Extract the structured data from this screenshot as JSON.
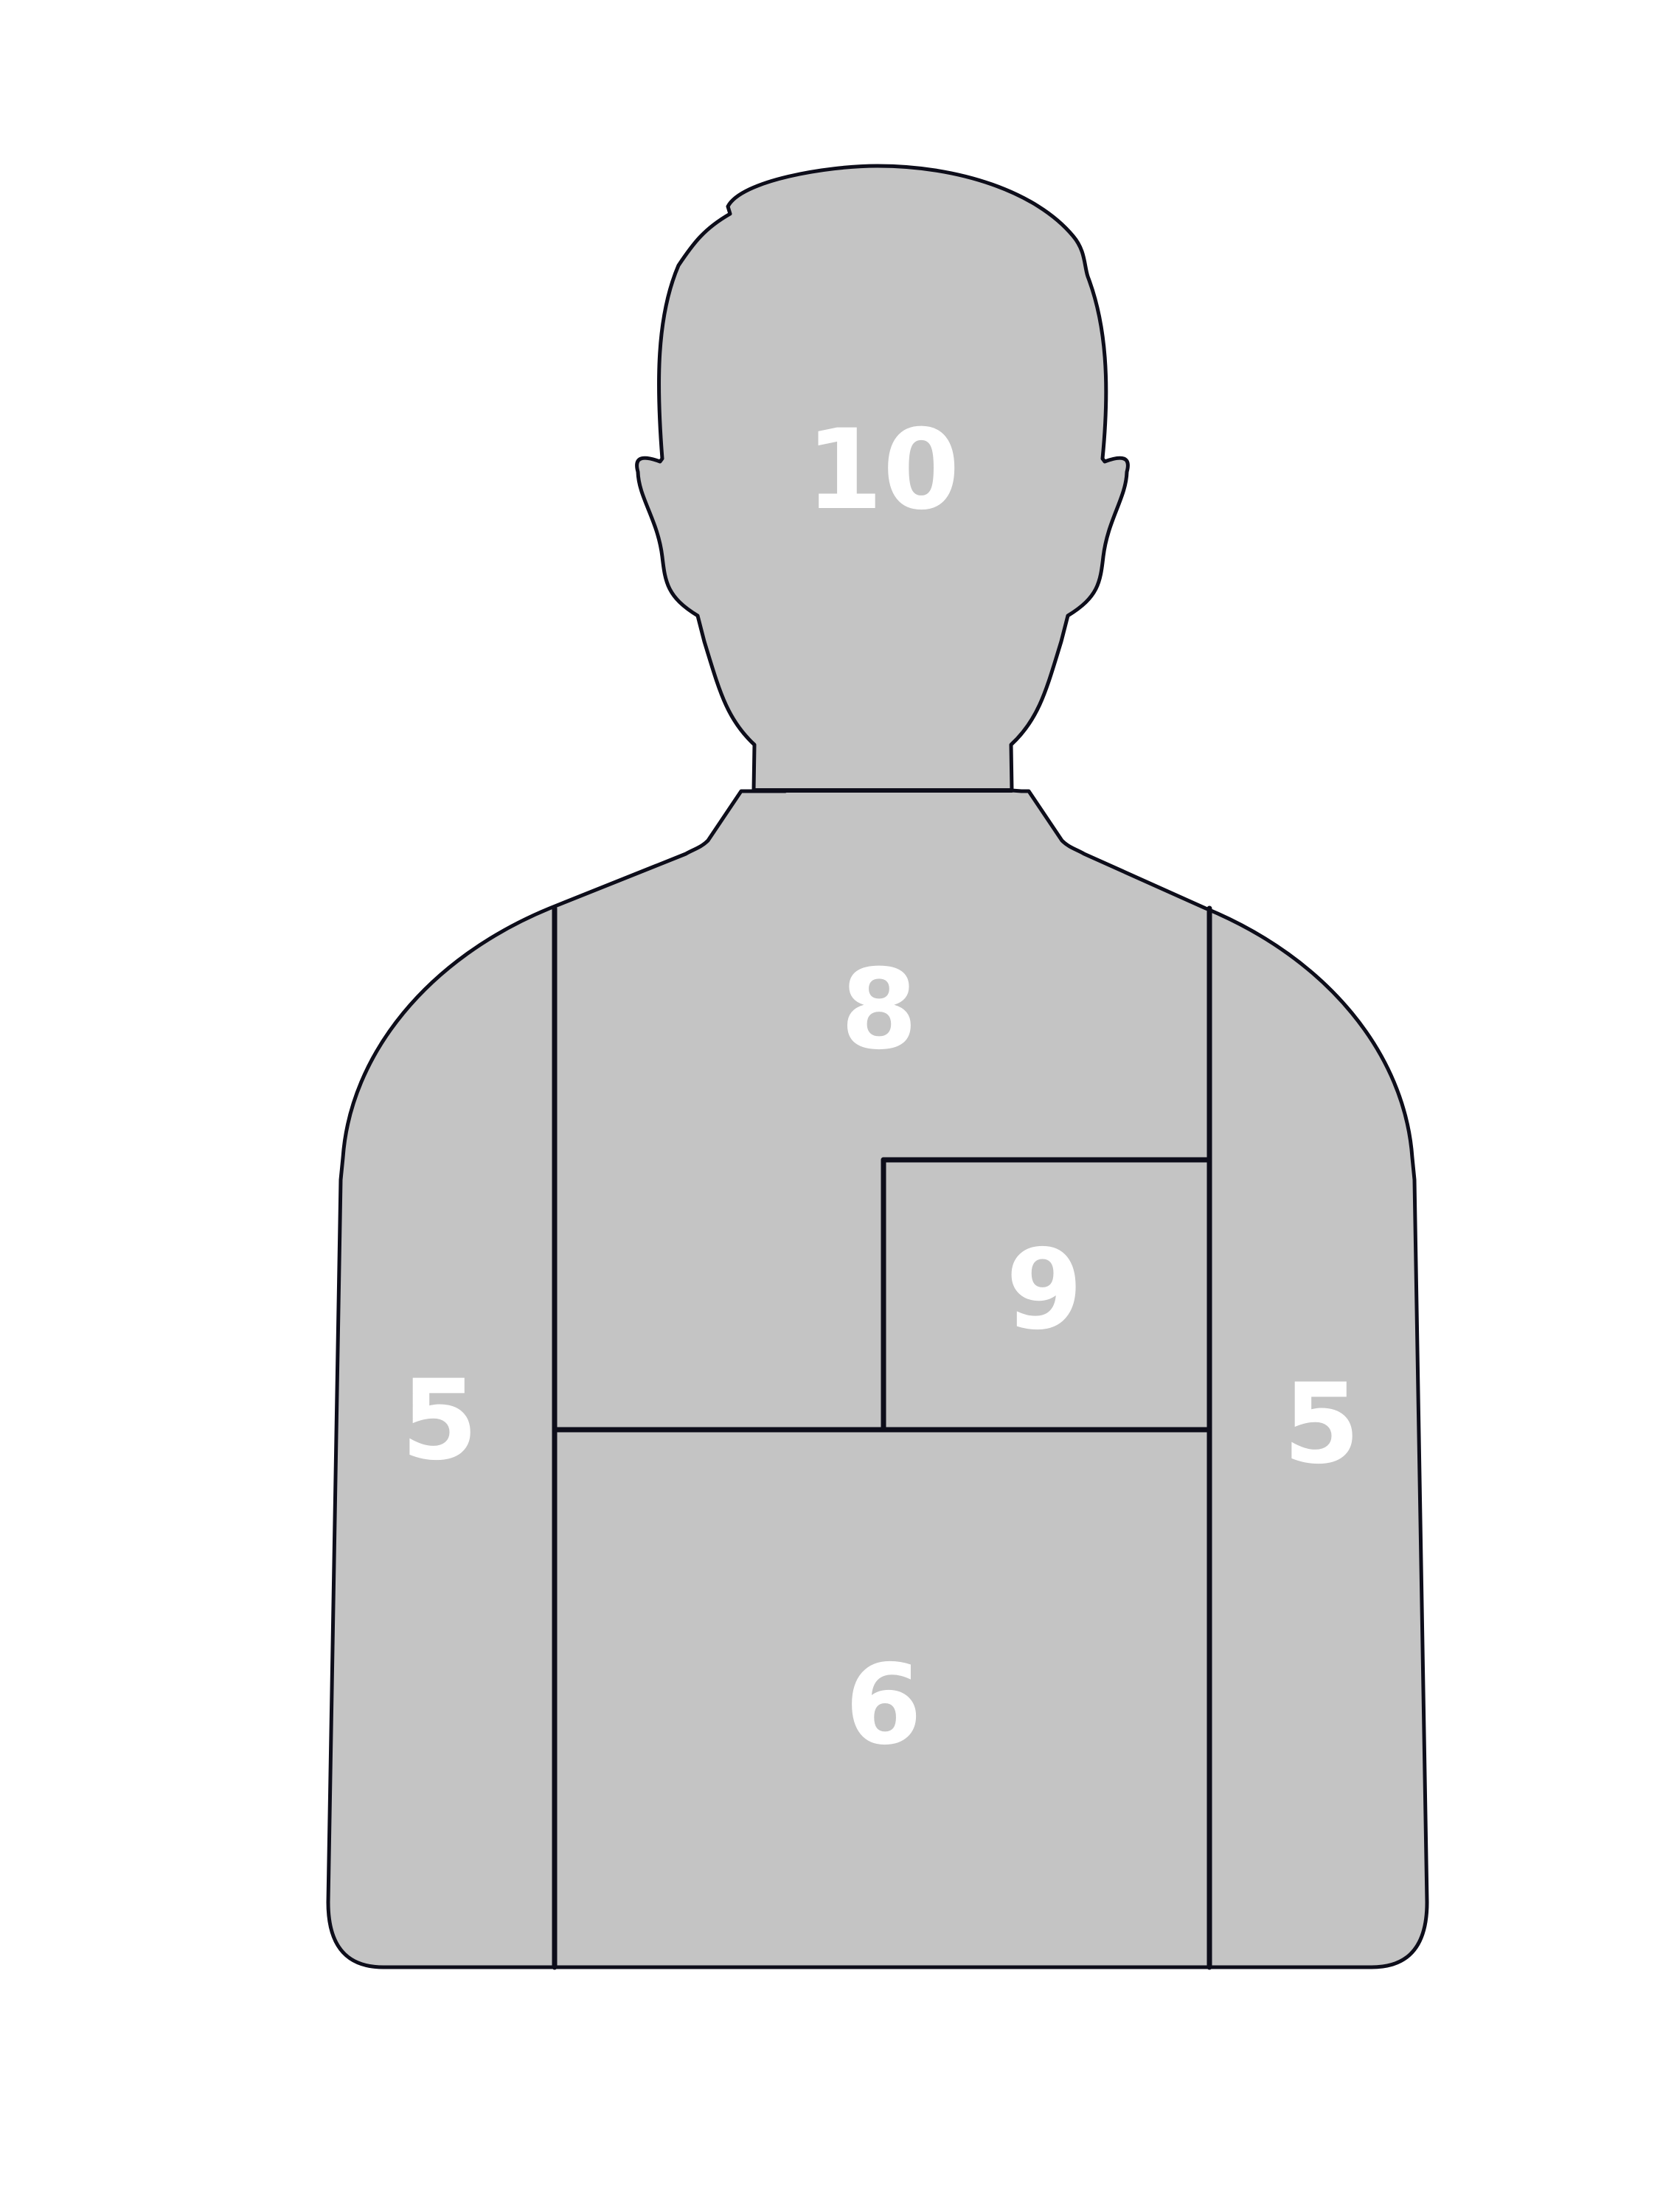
{
  "target": {
    "fill_color": "#c4c4c4",
    "outline_color": "#0d0d1a",
    "score_text_color": "#ffffff",
    "background_color": "#ffffff"
  },
  "zones": {
    "head": {
      "score": "10"
    },
    "upper_torso": {
      "score": "8"
    },
    "inner_chest": {
      "score": "9"
    },
    "lower_torso": {
      "score": "6"
    },
    "left_arm": {
      "score": "5"
    },
    "right_arm": {
      "score": "5"
    }
  }
}
